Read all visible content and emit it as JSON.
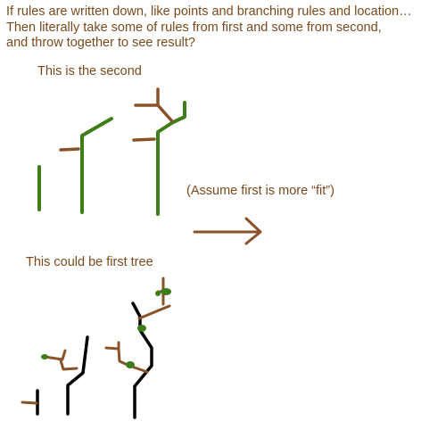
{
  "intro": {
    "lines": [
      "If rules are written down, like points and branching rules and location…",
      "Then literally take some of rules from first and some from second,",
      "and throw together to see result?"
    ]
  },
  "labels": {
    "second": "This is the second",
    "assume": "(Assume first is more “fit”)",
    "first": "This could be first tree"
  },
  "colors": {
    "text": "#7a4a1e",
    "trunk_green": "#3d7d1a",
    "branch_brown": "#8a5228",
    "trunk_black": "#000000",
    "arrow": "#8a5228"
  },
  "icons": {
    "arrow": "right-arrow-icon"
  }
}
